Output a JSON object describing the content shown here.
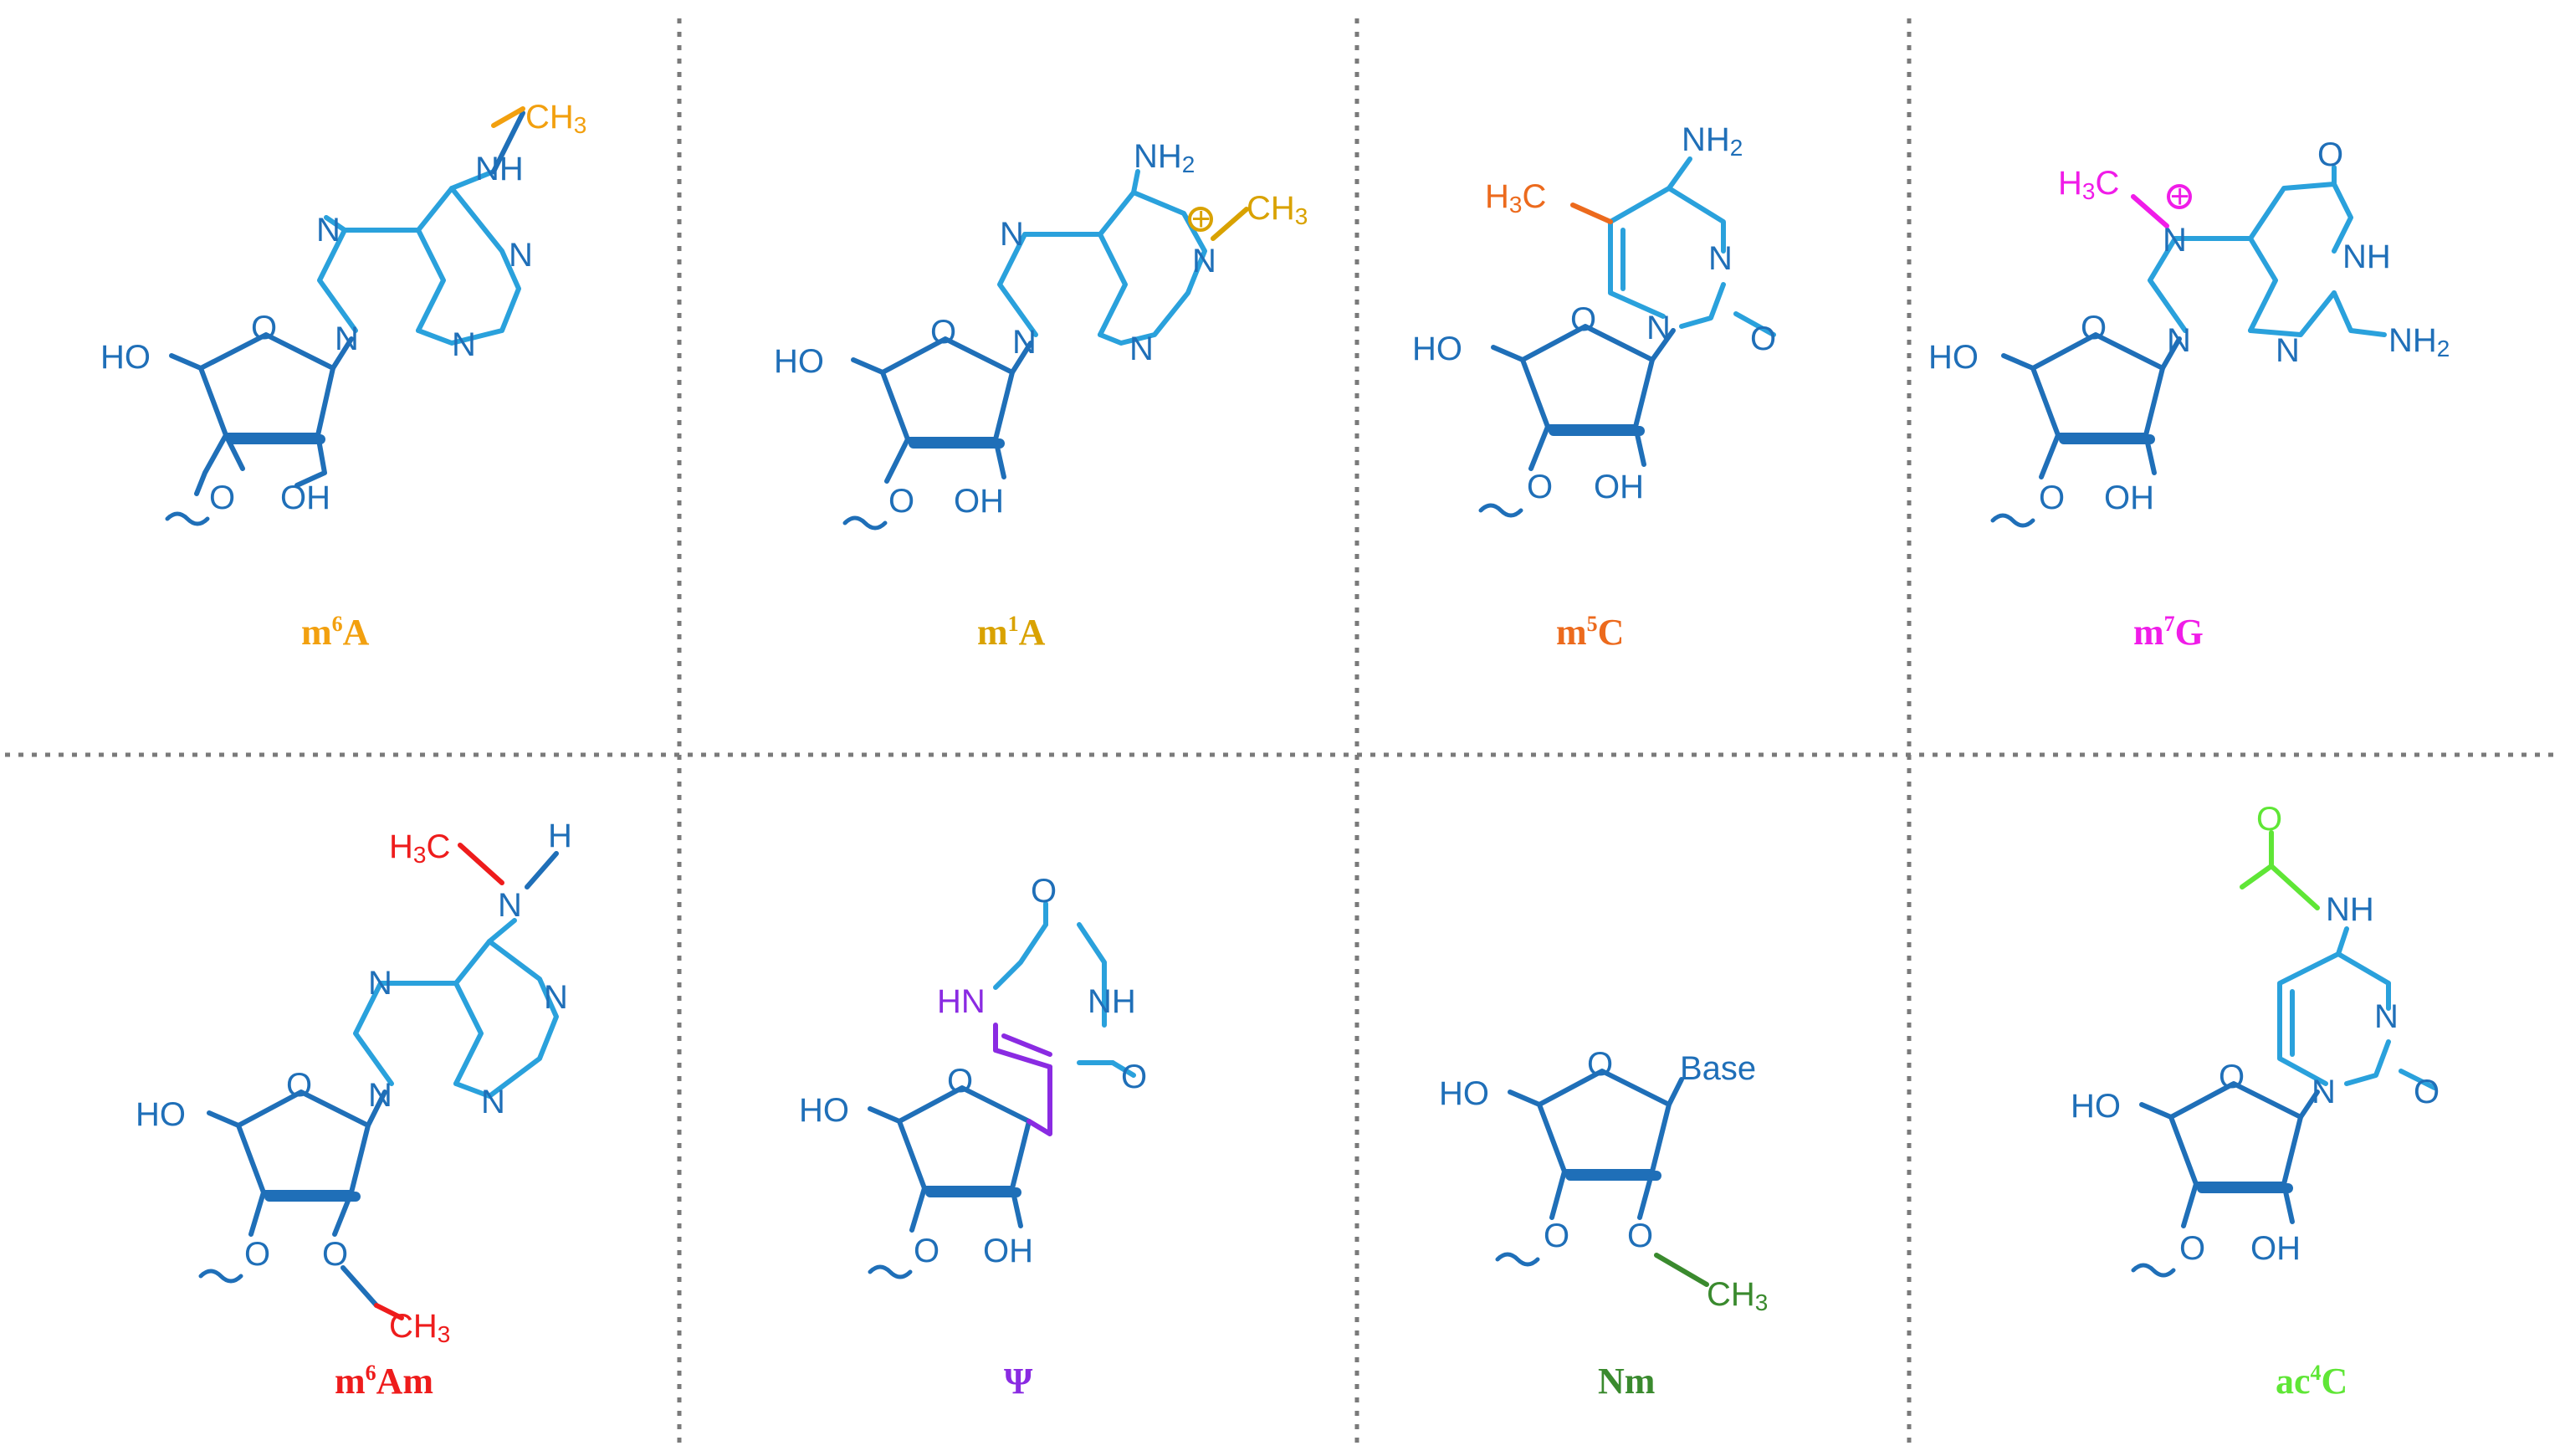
{
  "palette": {
    "blue": "#1f6fb8",
    "cyan": "#2aa1dc",
    "orange": "#f2a00f",
    "gold": "#d9a200",
    "red_orange": "#ec6a1d",
    "magenta": "#f01ce8",
    "red": "#ee1c1c",
    "purple": "#8a2be2",
    "green": "#3a8a2e",
    "lime": "#5fe636",
    "grid": "#7a7a7a"
  },
  "cells": [
    {
      "id": "m6A",
      "label_main": "m",
      "label_sup": "6",
      "label_tail": "A",
      "label_color": "#f2a00f",
      "mod_color": "#f2a00f",
      "nh_text": "NH",
      "mod_text": "CH3"
    },
    {
      "id": "m1A",
      "label_main": "m",
      "label_sup": "1",
      "label_tail": "A",
      "label_color": "#d9a200",
      "mod_color": "#d9a200",
      "amino_text": "NH2",
      "mod_text": "CH3"
    },
    {
      "id": "m5C",
      "label_main": "m",
      "label_sup": "5",
      "label_tail": "C",
      "label_color": "#ec6a1d",
      "mod_color": "#ec6a1d",
      "amino_text": "NH2",
      "mod_text": "H3C"
    },
    {
      "id": "m7G",
      "label_main": "m",
      "label_sup": "7",
      "label_tail": "G",
      "label_color": "#f01ce8",
      "mod_color": "#f01ce8",
      "mod_text": "H3C",
      "amino_text": "NH2",
      "nh_text": "NH"
    },
    {
      "id": "m6Am",
      "label_main": "m",
      "label_sup": "6",
      "label_tail": "Am",
      "label_color": "#ee1c1c",
      "mod_color": "#ee1c1c",
      "mod_text": "H3C",
      "h_text": "H",
      "ome_text": "CH3"
    },
    {
      "id": "psi",
      "label_main": "Ψ",
      "label_sup": "",
      "label_tail": "",
      "label_color": "#8a2be2",
      "mod_color": "#8a2be2",
      "hn_text": "HN",
      "nh_text": "NH"
    },
    {
      "id": "Nm",
      "label_main": "Nm",
      "label_sup": "",
      "label_tail": "",
      "label_color": "#3a8a2e",
      "mod_color": "#3a8a2e",
      "base_text": "Base",
      "ome_text": "CH3"
    },
    {
      "id": "ac4C",
      "label_main": "ac",
      "label_sup": "4",
      "label_tail": "C",
      "label_color": "#5fe636",
      "mod_color": "#5fe636",
      "nh_text": "NH"
    }
  ],
  "atoms": {
    "ho": "HO",
    "oh": "OH",
    "o": "O",
    "n": "N"
  }
}
